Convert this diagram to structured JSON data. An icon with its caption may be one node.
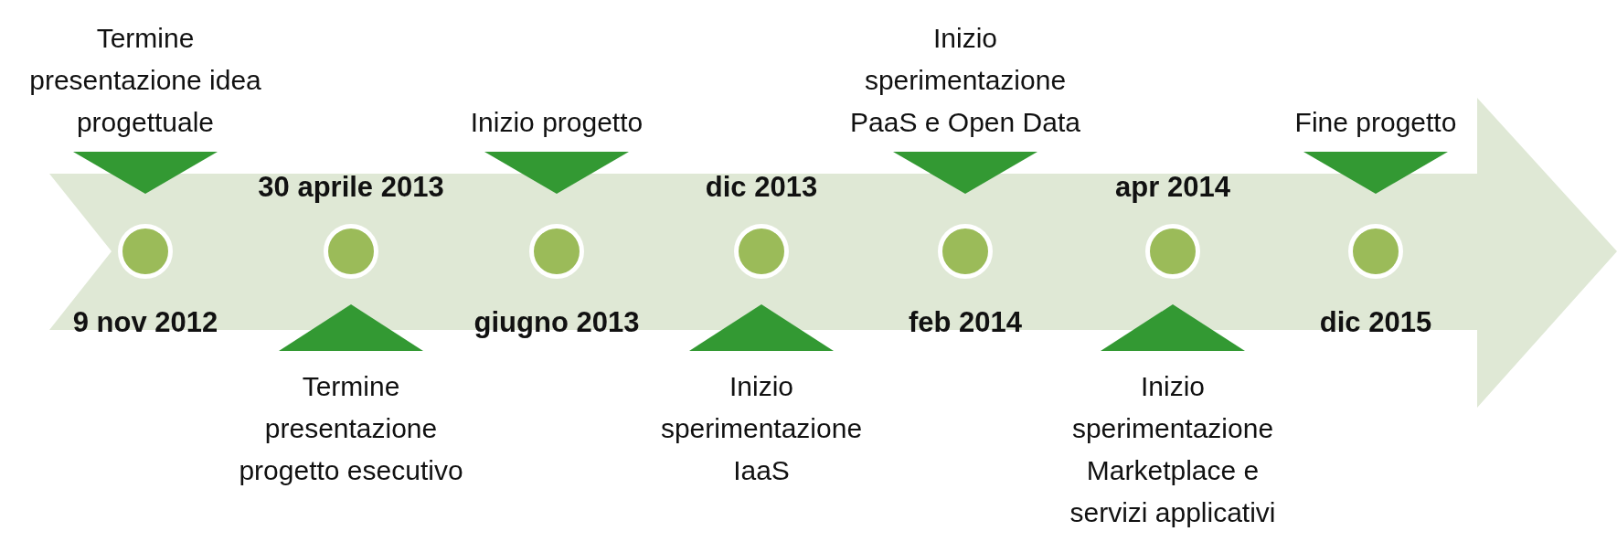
{
  "diagram": {
    "nodes": [
      {
        "text": [],
        "shape": "circle",
        "beside": [
          "Termine presentazione idea progettuale",
          "9 nov 2012"
        ]
      },
      {
        "text": [],
        "shape": "circle",
        "beside": [
          "Termine presentazione progetto esecutivo",
          "30 aprile 2013"
        ]
      },
      {
        "text": [],
        "shape": "circle",
        "beside": [
          "Inizio progetto",
          "giugno 2013"
        ]
      },
      {
        "text": [],
        "shape": "circle",
        "beside": [
          "Inizio sperimentazione IaaS",
          "dic 2013"
        ]
      },
      {
        "text": [],
        "shape": "circle",
        "beside": [
          "Inizio sperimentazione PaaS e Open Data",
          "feb 2014"
        ]
      },
      {
        "text": [],
        "shape": "circle",
        "beside": [
          "Inizio sperimentazione Marketplace e servizi applicativi",
          "apr 2014"
        ]
      },
      {
        "text": [],
        "shape": "circle",
        "beside": [
          "Fine progetto",
          "dic 2015"
        ]
      }
    ],
    "edges": []
  }
}
